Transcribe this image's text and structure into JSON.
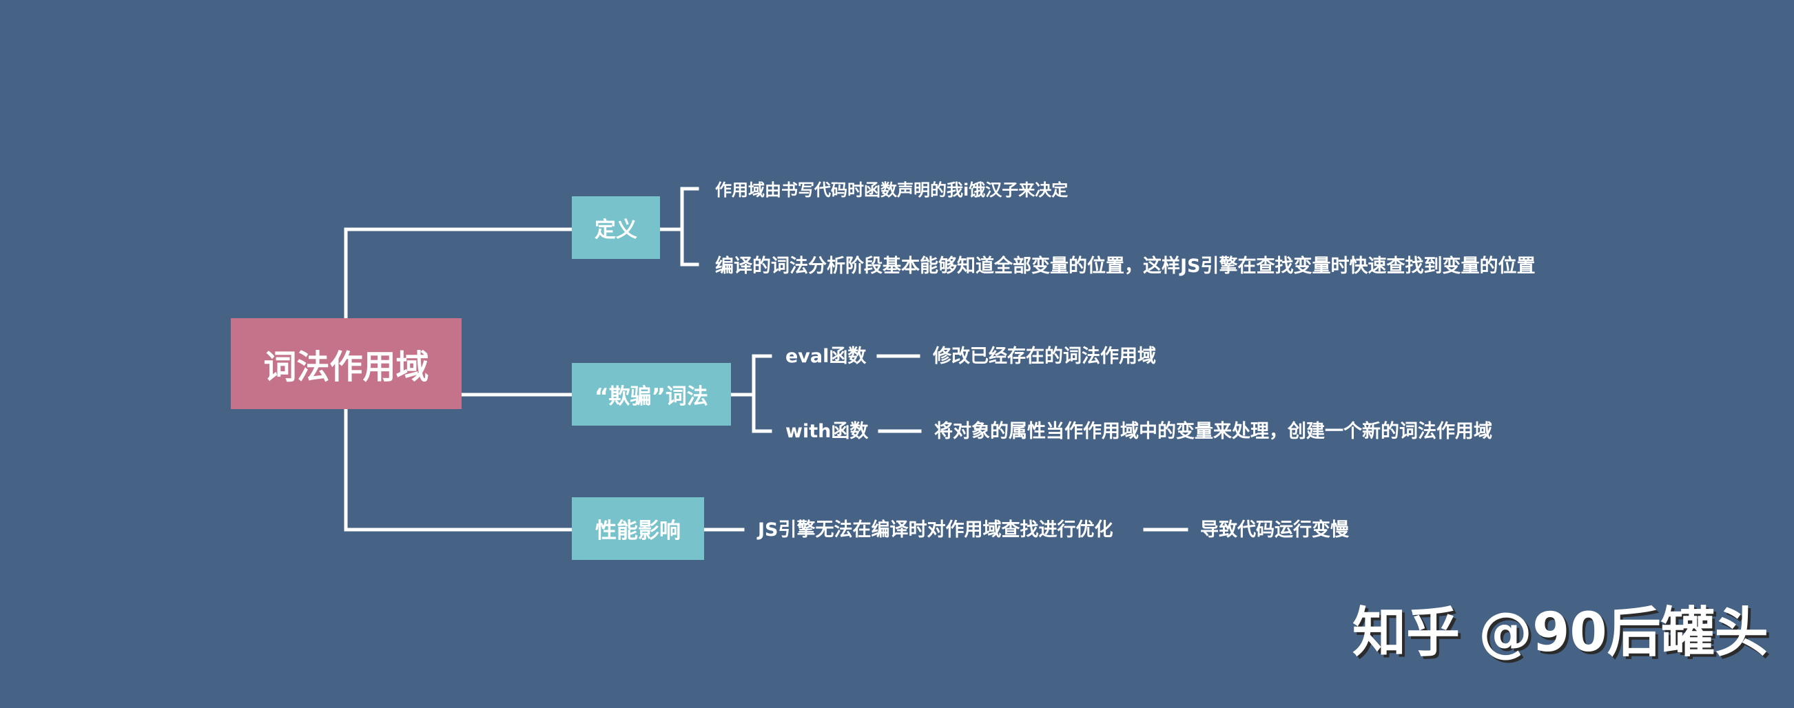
{
  "root": {
    "label": "词法作用域"
  },
  "branches": [
    {
      "label": "定义",
      "leaves": [
        "作用域由书写代码时函数声明的我i饿汉子来决定",
        "编译的词法分析阶段基本能够知道全部变量的位置，这样JS引擎在查找变量时快速查找到变量的位置"
      ]
    },
    {
      "label": "“欺骗”词法",
      "children": [
        {
          "label": "eval函数",
          "detail": "修改已经存在的词法作用域"
        },
        {
          "label": "with函数",
          "detail": "将对象的属性当作作用域中的变量来处理，创建一个新的词法作用域"
        }
      ]
    },
    {
      "label": "性能影响",
      "children": [
        {
          "label": "JS引擎无法在编译时对作用域查找进行优化",
          "detail": "导致代码运行变慢"
        }
      ]
    }
  ],
  "watermark": "知乎 @90后罐头",
  "colors": {
    "background": "#466386",
    "root": "#c4738a",
    "branch": "#77c2cb",
    "line": "#ffffff",
    "text": "#ffffff"
  }
}
